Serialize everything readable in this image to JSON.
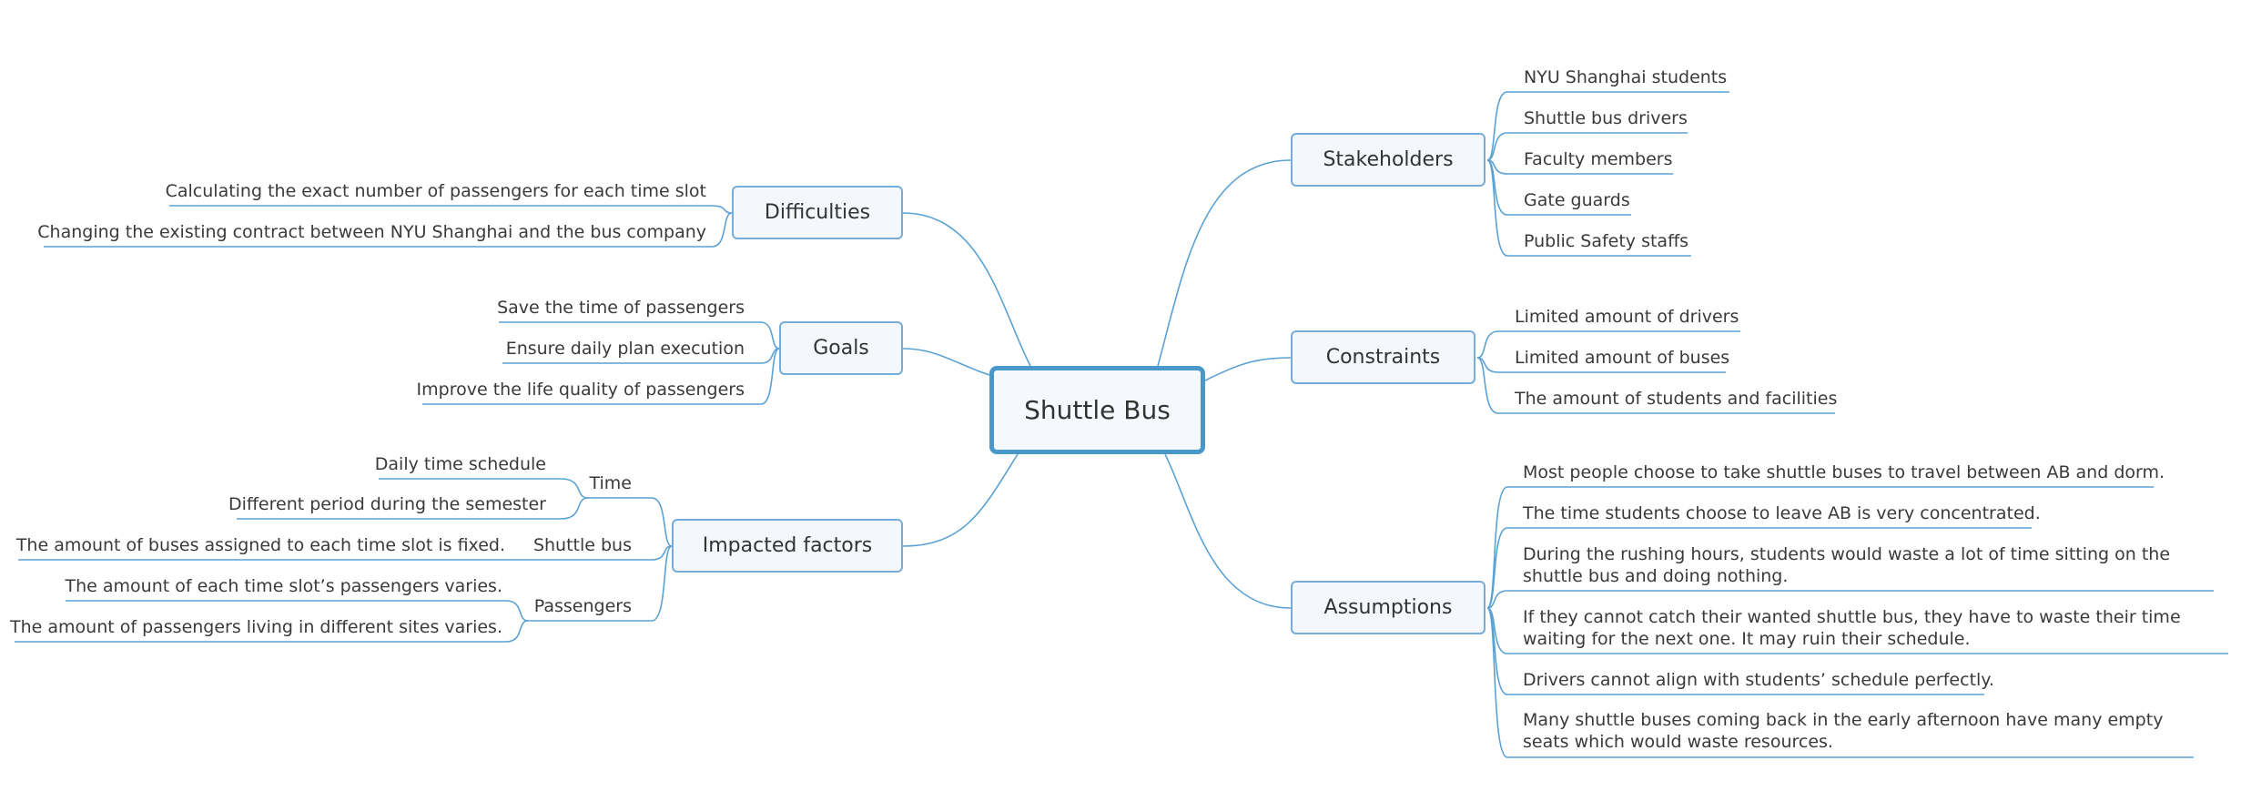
{
  "root": {
    "label": "Shuttle Bus"
  },
  "colors": {
    "line": "#5aa2d4",
    "box_border": "#77acd8",
    "box_fill": "#f4f7fc",
    "root_border": "#4a97ca",
    "text": "#3a3a3a"
  },
  "branches": {
    "stakeholders": {
      "label": "Stakeholders",
      "items": [
        "NYU Shanghai students",
        "Shuttle bus drivers",
        "Faculty members",
        "Gate guards",
        "Public Safety staffs"
      ]
    },
    "constraints": {
      "label": "Constraints",
      "items": [
        "Limited amount of drivers",
        "Limited amount of buses",
        "The amount of students and facilities"
      ]
    },
    "assumptions": {
      "label": "Assumptions",
      "items": [
        "Most people choose to take shuttle buses to travel between AB and dorm.",
        "The time students choose to leave AB is very concentrated.",
        "During the rushing hours, students would waste a lot of time sitting on the shuttle bus and doing nothing.",
        "If they cannot catch their wanted shuttle bus, they have to waste their time waiting for the next one. It may ruin their schedule.",
        "Drivers cannot align with students’ schedule perfectly.",
        "Many shuttle buses coming back in the early afternoon have many empty seats which would waste resources."
      ]
    },
    "difficulties": {
      "label": "Difficulties",
      "items": [
        "Calculating the exact number of passengers for each time slot",
        "Changing the existing contract between NYU Shanghai and the bus company"
      ]
    },
    "goals": {
      "label": "Goals",
      "items": [
        "Save the time of passengers",
        "Ensure daily plan execution",
        "Improve the life quality of passengers"
      ]
    },
    "impacted": {
      "label": "Impacted factors",
      "groups": [
        {
          "label": "Time",
          "items": [
            "Daily time schedule",
            "Different period during the semester"
          ]
        },
        {
          "label": "Shuttle bus",
          "items": [
            "The amount of buses assigned to each time slot is fixed."
          ]
        },
        {
          "label": "Passengers",
          "items": [
            "The amount of each time slot’s passengers varies.",
            "The amount of passengers living in different sites varies."
          ]
        }
      ]
    }
  }
}
